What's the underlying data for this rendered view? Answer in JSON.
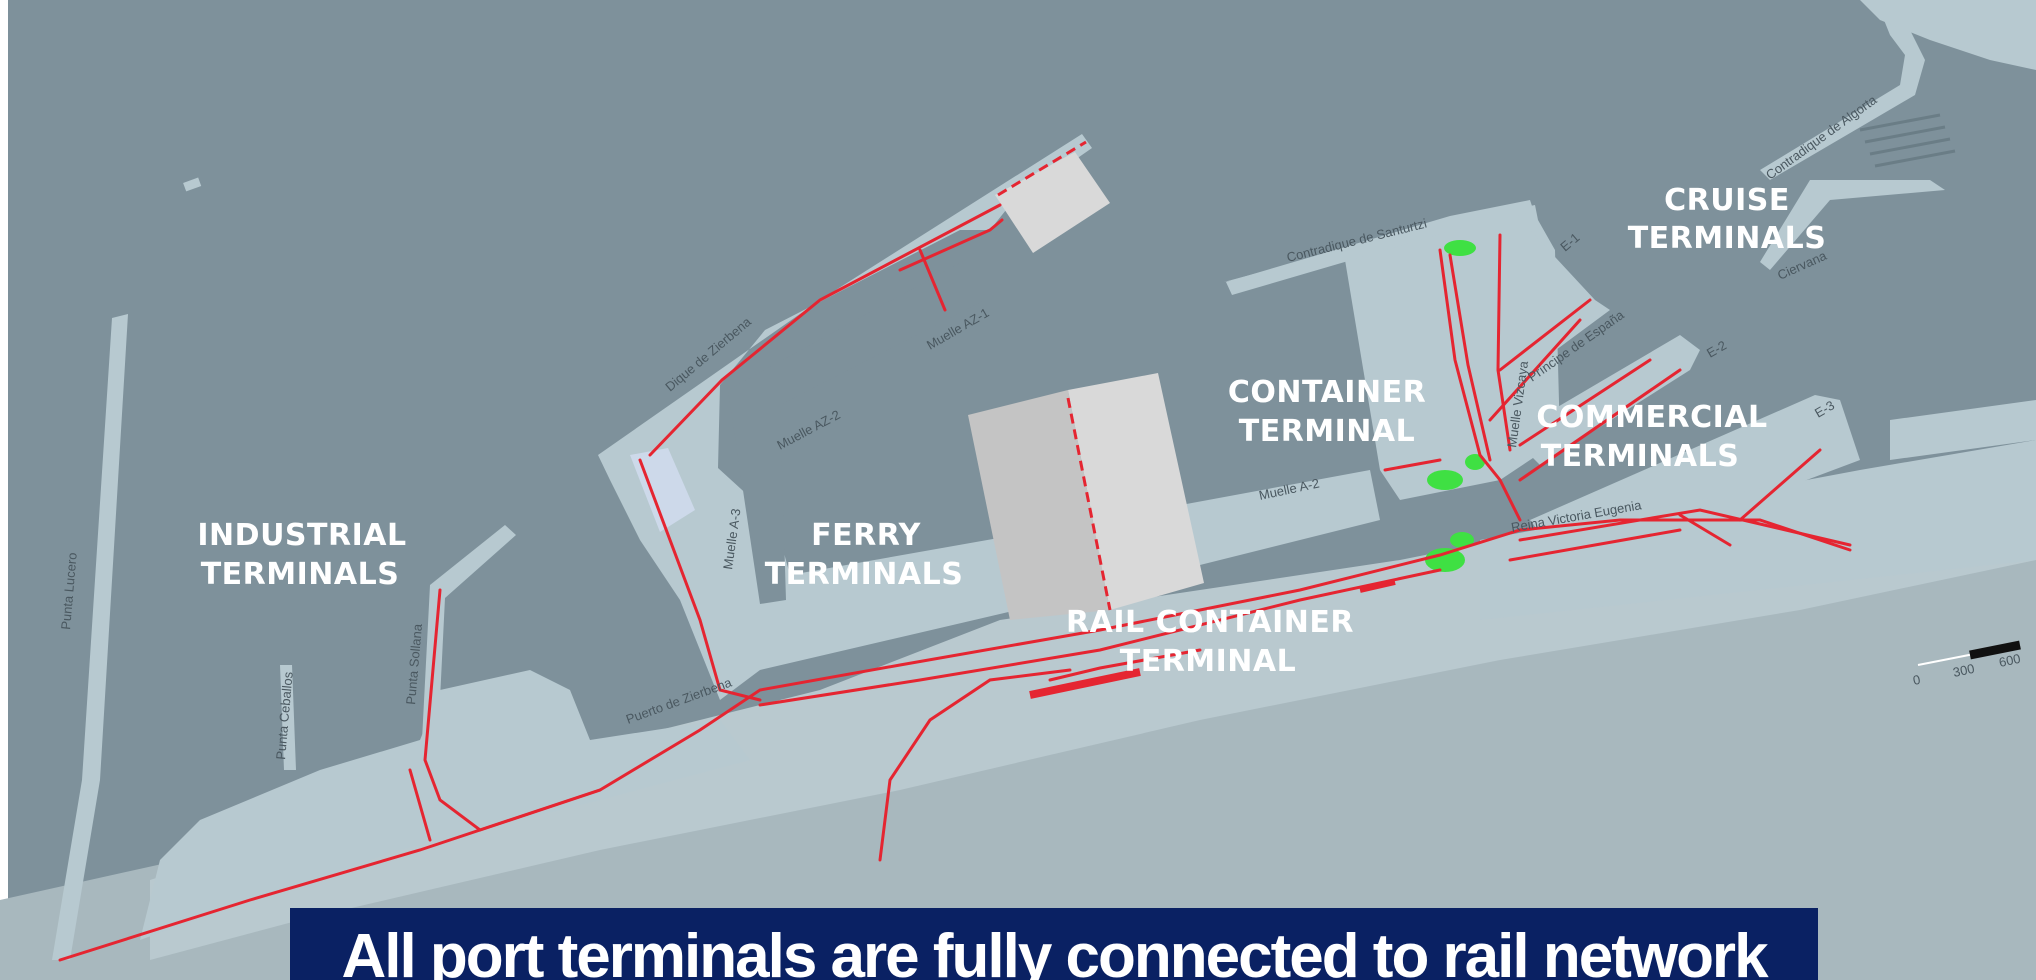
{
  "map": {
    "terminals": {
      "industrial": [
        "INDUSTRIAL",
        "TERMINALS"
      ],
      "ferry": [
        "FERRY",
        "TERMINALS"
      ],
      "rail_container": [
        "RAIL CONTAINER",
        "TERMINAL"
      ],
      "container": [
        "CONTAINER",
        "TERMINAL"
      ],
      "commercial": [
        "COMMERCIAL",
        "TERMINALS"
      ],
      "cruise": [
        "CRUISE",
        "TERMINALS"
      ]
    },
    "places": {
      "dique_zierbena": "Dique de Zierbena",
      "muelle_az1": "Muelle AZ-1",
      "muelle_az2": "Muelle AZ-2",
      "muelle_a2": "Muelle A-2",
      "muelle_a3": "Muelle A-3",
      "contradique_santurtzi": "Contradique de Santurtzi",
      "punta_lucero": "Punta Lucero",
      "punta_sollana": "Punta Sollana",
      "punta_ceballos": "Punta Ceballos",
      "puerto_zierbena": "Puerto de Zierbena",
      "e1": "E-1",
      "e2": "E-2",
      "e3": "E-3",
      "muelle_vizcaya": "Muelle Vizcaya",
      "principe_espana": "Príncipe de España",
      "reina_victoria": "Reina Victoria Eugenia",
      "contradique_algorta": "Contradique de Algorta",
      "ciervana": "Ciervana"
    },
    "scale_labels": [
      "0",
      "300",
      "600"
    ],
    "colors": {
      "water": "#7e919b",
      "land": "#b7c9d0",
      "land_dark": "#a3b2b8",
      "rail": "#e52531",
      "planned_area": "#d9d9d9",
      "planned_area_dark": "#c4c4c4",
      "green_area": "#3fe043"
    }
  },
  "banner": {
    "text": "All port terminals are fully connected to rail network",
    "background": "#0a2163"
  }
}
